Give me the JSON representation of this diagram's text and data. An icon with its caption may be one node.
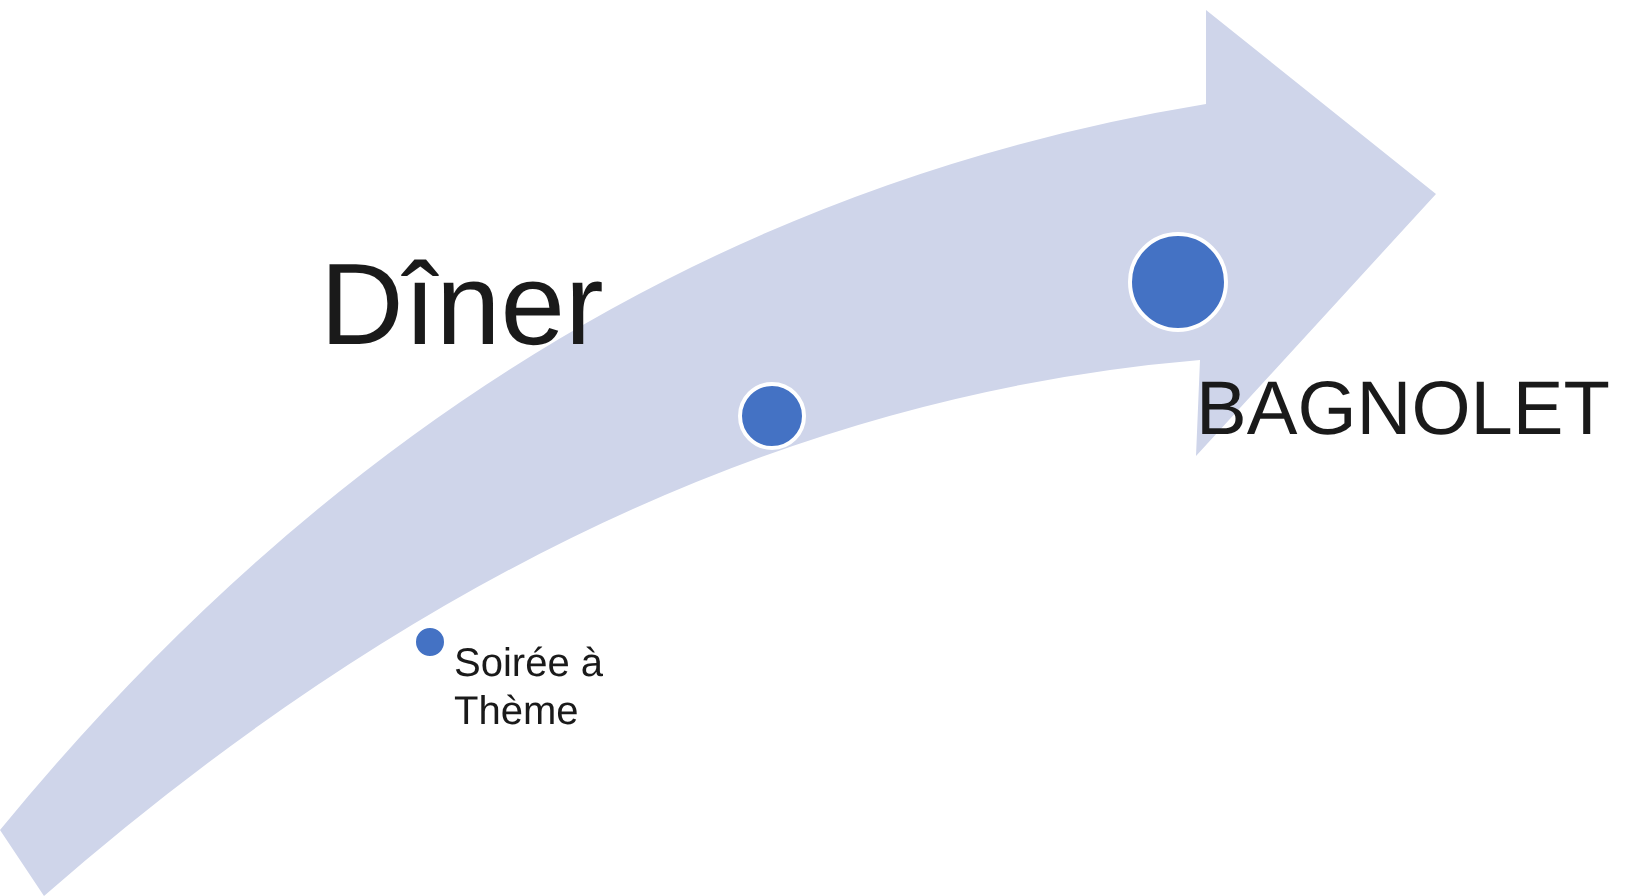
{
  "diagram": {
    "nodes": [
      {
        "text": [],
        "shape": "circle",
        "beside": [
          "Soirée à Thème"
        ]
      },
      {
        "text": [],
        "shape": "circle",
        "beside": [
          "Dîner"
        ]
      },
      {
        "text": [],
        "shape": "circle",
        "beside": [
          "BAGNOLET"
        ]
      }
    ]
  }
}
